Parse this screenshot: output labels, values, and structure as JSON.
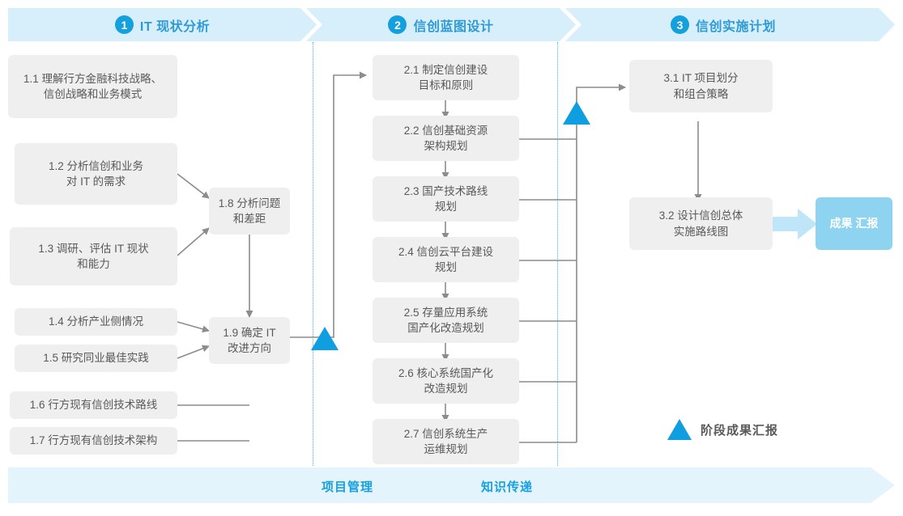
{
  "phases": [
    {
      "num": "1",
      "title": "IT 现状分析"
    },
    {
      "num": "2",
      "title": "信创蓝图设计"
    },
    {
      "num": "3",
      "title": "信创实施计划"
    }
  ],
  "phase1": {
    "inputs": [
      {
        "id": "1.1",
        "lines": [
          "1.1 理解行方金融科技战略、",
          "信创战略和业务模式"
        ]
      },
      {
        "id": "1.2",
        "lines": [
          "1.2 分析信创和业务",
          "对 IT 的需求"
        ]
      },
      {
        "id": "1.3",
        "lines": [
          "1.3 调研、评估 IT 现状",
          "和能力"
        ]
      },
      {
        "id": "1.4",
        "lines": [
          "1.4 分析产业侧情况"
        ]
      },
      {
        "id": "1.5",
        "lines": [
          "1.5 研究同业最佳实践"
        ]
      },
      {
        "id": "1.6",
        "lines": [
          "1.6 行方现有信创技术路线"
        ]
      },
      {
        "id": "1.7",
        "lines": [
          "1.7 行方现有信创技术架构"
        ]
      }
    ],
    "synthesis": [
      {
        "id": "1.8",
        "lines": [
          "1.8 分析问题",
          "和差距"
        ]
      },
      {
        "id": "1.9",
        "lines": [
          "1.9 确定 IT",
          "改进方向"
        ]
      }
    ]
  },
  "phase2": {
    "steps": [
      {
        "id": "2.1",
        "lines": [
          "2.1 制定信创建设",
          "目标和原则"
        ]
      },
      {
        "id": "2.2",
        "lines": [
          "2.2 信创基础资源",
          "架构规划"
        ]
      },
      {
        "id": "2.3",
        "lines": [
          "2.3 国产技术路线",
          "规划"
        ]
      },
      {
        "id": "2.4",
        "lines": [
          "2.4 信创云平台建设",
          "规划"
        ]
      },
      {
        "id": "2.5",
        "lines": [
          "2.5 存量应用系统",
          "国产化改造规划"
        ]
      },
      {
        "id": "2.6",
        "lines": [
          "2.6 核心系统国产化",
          "改造规划"
        ]
      },
      {
        "id": "2.7",
        "lines": [
          "2.7 信创系统生产",
          "运维规划"
        ]
      }
    ]
  },
  "phase3": {
    "steps": [
      {
        "id": "3.1",
        "lines": [
          "3.1 IT 项目划分",
          "和组合策略"
        ]
      },
      {
        "id": "3.2",
        "lines": [
          "3.2 设计信创总体",
          "实施路线图"
        ]
      }
    ],
    "result": {
      "lines": [
        "成果",
        "汇报"
      ]
    }
  },
  "legend": {
    "label": "阶段成果汇报"
  },
  "footer": {
    "labels": [
      "项目管理",
      "知识传递"
    ]
  },
  "colors": {
    "phase_band": "#d7eefb",
    "accent_blue": "#14a0dd",
    "title_blue": "#2f9bd6",
    "box_gray": "#efefef",
    "text_gray": "#595959",
    "triangle_blue": "#0f9ee0",
    "result_chip": "#8ed3f0",
    "footer_band": "#e3f4fc",
    "divider_dotted": "#3fb8e8"
  }
}
